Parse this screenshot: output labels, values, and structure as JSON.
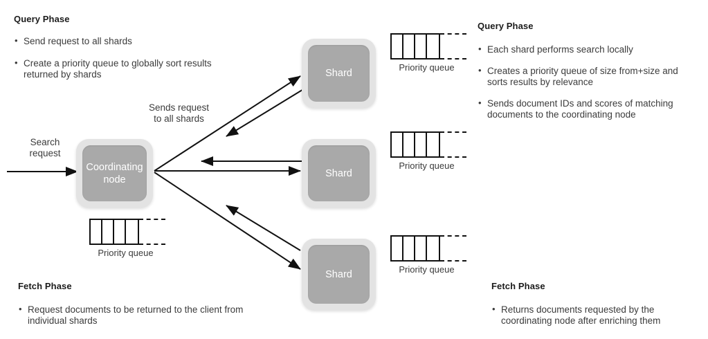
{
  "left_panel": {
    "query_phase": {
      "title": "Query Phase",
      "bullets": [
        "Send request to all shards",
        "Create a priority queue to globally sort results returned by shards"
      ]
    },
    "fetch_phase": {
      "title": "Fetch Phase",
      "bullets": [
        "Request documents to be returned to the client from individual shards"
      ]
    }
  },
  "right_panel": {
    "query_phase": {
      "title": "Query Phase",
      "bullets": [
        "Each shard performs search locally",
        "Creates a priority queue of size from+size and sorts results by relevance",
        "Sends document IDs and scores of matching documents to the coordinating node"
      ]
    },
    "fetch_phase": {
      "title": "Fetch Phase",
      "bullets": [
        "Returns documents requested by the coordinating node after enriching them"
      ]
    }
  },
  "diagram": {
    "coordinating_node": {
      "label": "Coordinating\nnode"
    },
    "shards": [
      {
        "label": "Shard"
      },
      {
        "label": "Shard"
      },
      {
        "label": "Shard"
      }
    ],
    "edge_labels": {
      "search_request": "Search\nrequest",
      "sends_request": "Sends request\nto all shards"
    },
    "priority_queues": [
      {
        "caption": "Priority\nqueue",
        "cells": 4
      },
      {
        "caption": "Priority\nqueue",
        "cells": 4
      },
      {
        "caption": "Priority\nqueue",
        "cells": 4
      },
      {
        "caption": "Priority\nqueue",
        "cells": 4
      }
    ],
    "colors": {
      "node_outer": "#e3e3e3",
      "node_inner": "#a9a9a9",
      "node_text": "#ffffff",
      "stroke": "#111111",
      "body_text": "#3b3b3b",
      "title_text": "#1b1b1b",
      "background": "#ffffff"
    }
  }
}
